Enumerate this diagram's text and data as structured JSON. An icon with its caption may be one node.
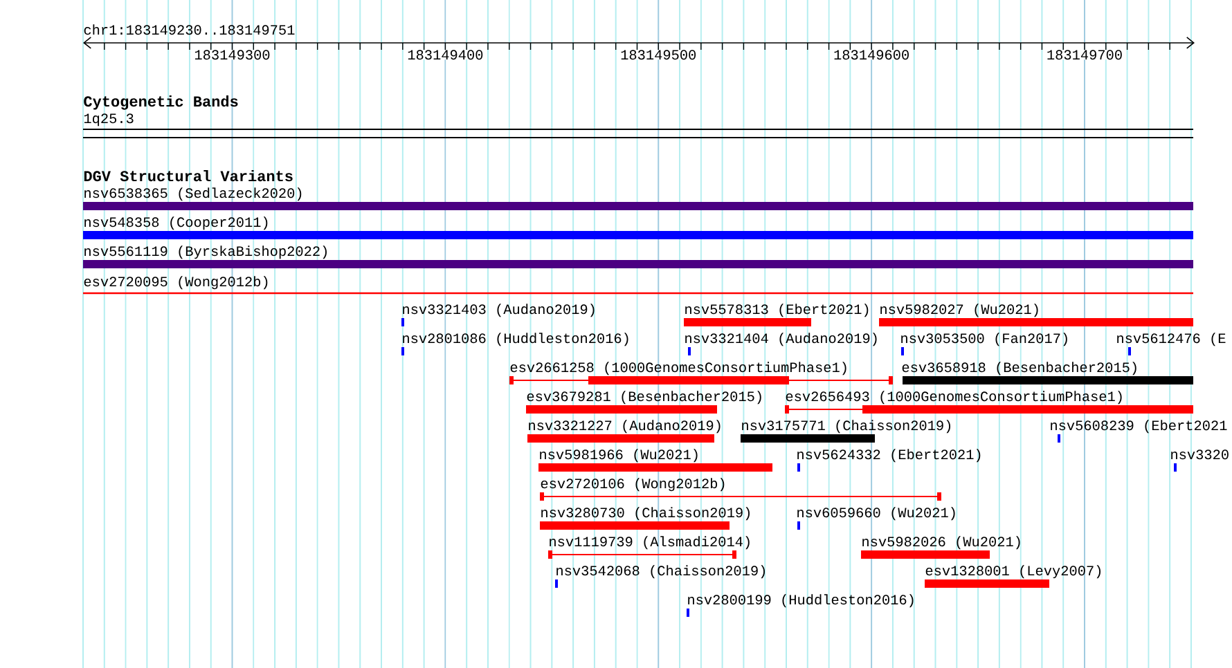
{
  "diagram": {
    "nodes": [
      {
        "text": [
          "nsv6538365 (Sedlazeck2020)"
        ]
      },
      {
        "text": [
          "nsv548358 (Cooper2011)"
        ]
      },
      {
        "text": [
          "nsv5561119 (ByrskaBishop2022)"
        ]
      },
      {
        "text": [
          "esv2720095 (Wong2012b)"
        ]
      },
      {
        "text": [
          "nsv3321403 (Audano2019)"
        ]
      },
      {
        "text": [
          "nsv5578313 (Ebert2021)"
        ]
      },
      {
        "text": [
          "nsv5982027 (Wu2021)"
        ]
      },
      {
        "text": [
          "nsv2801086 (Huddleston2016)"
        ]
      },
      {
        "text": [
          "nsv3321404 (Audano2019)"
        ]
      },
      {
        "text": [
          "nsv3053500 (Fan2017)"
        ]
      },
      {
        "text": [
          "nsv5612476 (E"
        ]
      },
      {
        "text": [
          "esv2661258 (1000GenomesConsortiumPhase1)"
        ]
      },
      {
        "text": [
          "esv3658918 (Besenbacher2015)"
        ]
      },
      {
        "text": [
          "esv3679281 (Besenbacher2015)"
        ]
      },
      {
        "text": [
          "esv2656493 (1000GenomesConsortiumPhase1)"
        ]
      },
      {
        "text": [
          "nsv3321227 (Audano2019)"
        ]
      },
      {
        "text": [
          "nsv3175771 (Chaisson2019)"
        ]
      },
      {
        "text": [
          "nsv5608239 (Ebert2021"
        ]
      },
      {
        "text": [
          "nsv5981966 (Wu2021)"
        ]
      },
      {
        "text": [
          "nsv5624332 (Ebert2021)"
        ]
      },
      {
        "text": [
          "nsv3320"
        ]
      },
      {
        "text": [
          "esv2720106 (Wong2012b)"
        ]
      },
      {
        "text": [
          "nsv3280730 (Chaisson2019)"
        ]
      },
      {
        "text": [
          "nsv6059660 (Wu2021)"
        ]
      },
      {
        "text": [
          "nsv1119739 (Alsmadi2014)"
        ]
      },
      {
        "text": [
          "nsv5982026 (Wu2021)"
        ]
      },
      {
        "text": [
          "nsv3542068 (Chaisson2019)"
        ]
      },
      {
        "text": [
          "esv1328001 (Levy2007)"
        ]
      },
      {
        "text": [
          "nsv2800199 (Huddleston2016)"
        ]
      }
    ],
    "labels": [
      "chr1:183149230..183149751",
      "183149300",
      "183149400",
      "183149500",
      "183149600",
      "183149700",
      "Cytogenetic Bands",
      "1q25.3",
      "DGV Structural Variants"
    ]
  }
}
